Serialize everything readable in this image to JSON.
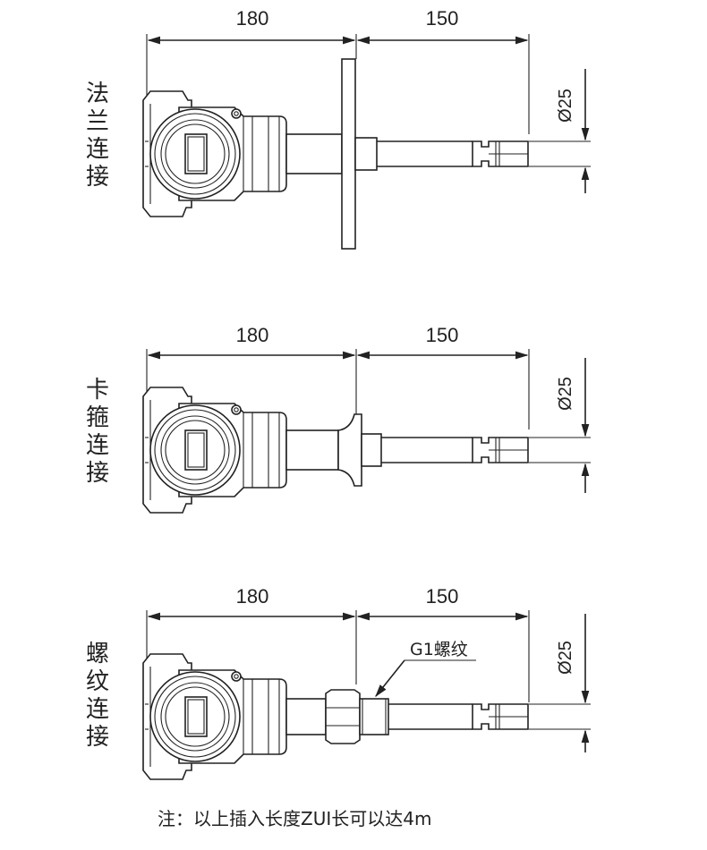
{
  "connections": [
    {
      "id": "flange",
      "side_label": [
        "法",
        "兰",
        "连",
        "接"
      ],
      "dim_left": "180",
      "dim_right": "150",
      "dim_dia": "Ø25"
    },
    {
      "id": "clamp",
      "side_label": [
        "卡",
        "箍",
        "连",
        "接"
      ],
      "dim_left": "180",
      "dim_right": "150",
      "dim_dia": "Ø25"
    },
    {
      "id": "thread",
      "side_label": [
        "螺",
        "纹",
        "连",
        "接"
      ],
      "dim_left": "180",
      "dim_right": "150",
      "dim_dia": "Ø25",
      "callout": "G1螺纹"
    }
  ],
  "note": "注：以上插入长度ZUI长可以达4m"
}
